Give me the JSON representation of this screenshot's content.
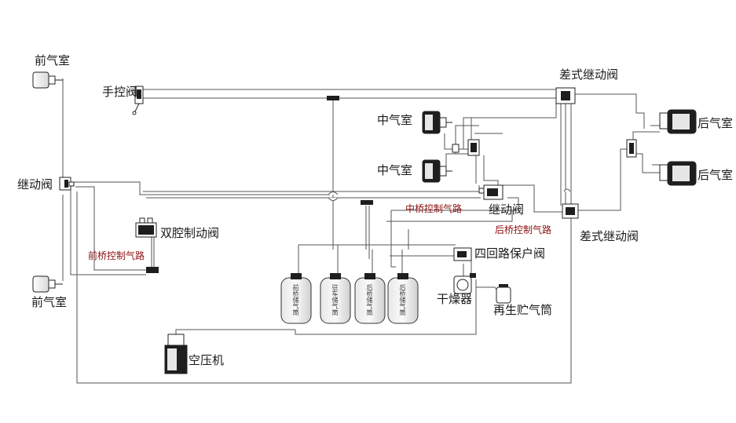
{
  "labels": {
    "front_chamber_top": "前气室",
    "front_chamber_bottom": "前气室",
    "hand_valve": "手控阀",
    "relay_valve_left": "继动阀",
    "dual_brake_valve": "双腔制动阀",
    "front_control_line": "前桥控制气路",
    "diff_relay_top": "差式继动阀",
    "mid_chamber_1": "中气室",
    "mid_chamber_2": "中气室",
    "rear_chamber_1": "后气室",
    "rear_chamber_2": "后气室",
    "mid_control_line": "中桥控制气路",
    "relay_valve_mid": "继动阀",
    "rear_control_line": "后桥控制气路",
    "diff_relay_bottom": "差式继动阀",
    "four_circuit_valve": "四回路保户阀",
    "dryer": "干燥器",
    "regen_tank": "再生贮气筒",
    "compressor": "空压机"
  },
  "tank_labels": [
    "前桥储气筒",
    "驻车储气筒",
    "后桥储气筒",
    "后桥储气筒"
  ],
  "colors": {
    "line": "#555555",
    "outline": "#222222",
    "fill_dark": "#1e1e1e",
    "fill_light": "#e6e6e6",
    "route_label": "#8b1010"
  }
}
